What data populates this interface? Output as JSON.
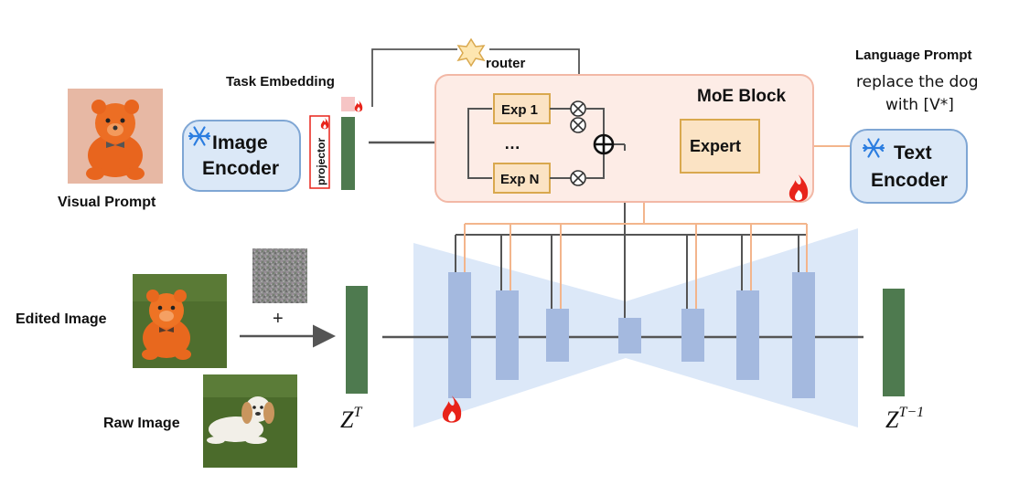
{
  "labels": {
    "visual_prompt": "Visual Prompt",
    "edited_image": "Edited Image",
    "raw_image": "Raw Image",
    "task_embedding": "Task Embedding",
    "router": "router",
    "moe_block": "MoE Block",
    "exp1": "Exp 1",
    "expN": "Exp N",
    "ellipsis": "…",
    "expert": "Expert",
    "language_prompt": "Language Prompt",
    "prompt_line1": "replace the dog",
    "prompt_line2": "with [V*]",
    "image_encoder_line1": "Image",
    "image_encoder_line2": "Encoder",
    "text_encoder_line1": "Text",
    "text_encoder_line2": "Encoder",
    "projector": "projector",
    "plus": "+",
    "zt_base": "Z",
    "zt_sup": "T",
    "zt1_base": "Z",
    "zt1_sup": "T−1"
  },
  "icons": [
    "snowflake-icon",
    "fire-icon",
    "star-icon",
    "otimes-icon",
    "oplus-icon",
    "teddy-bear-image",
    "dog-image",
    "noise-image"
  ],
  "colors": {
    "moe_fill": "#fdece6",
    "moe_stroke": "#f2b8a6",
    "expert_fill": "#fbe3c4",
    "expert_stroke": "#d9a84e",
    "encoder_fill": "#dbe8f7",
    "encoder_stroke": "#7fa6d4",
    "unet_bg": "#dce8f8",
    "unet_bar": "#a4b9df",
    "latent_green": "#4e7a4f",
    "orange_line": "#f3b58c",
    "fire": "#e8231a"
  }
}
